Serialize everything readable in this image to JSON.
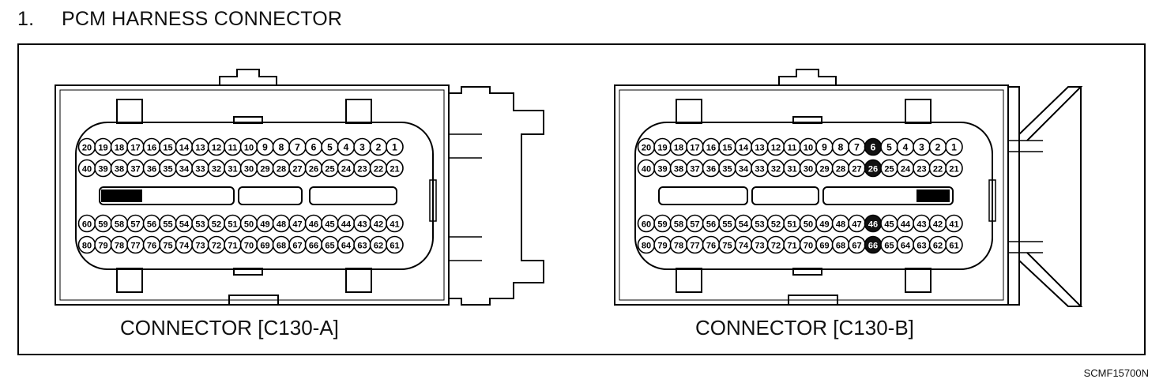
{
  "header": {
    "number": "1.",
    "title": "PCM HARNESS CONNECTOR"
  },
  "connectors": [
    {
      "caption": "CONNECTOR [C130-A]",
      "rows": [
        [
          "20",
          "19",
          "18",
          "17",
          "16",
          "15",
          "14",
          "13",
          "12",
          "11",
          "10",
          "9",
          "8",
          "7",
          "6",
          "5",
          "4",
          "3",
          "2",
          "1"
        ],
        [
          "40",
          "39",
          "38",
          "37",
          "36",
          "35",
          "34",
          "33",
          "32",
          "31",
          "30",
          "29",
          "28",
          "27",
          "26",
          "25",
          "24",
          "23",
          "22",
          "21"
        ],
        [
          "60",
          "59",
          "58",
          "57",
          "56",
          "55",
          "54",
          "53",
          "52",
          "51",
          "50",
          "49",
          "48",
          "47",
          "46",
          "45",
          "44",
          "43",
          "42",
          "41"
        ],
        [
          "80",
          "79",
          "78",
          "77",
          "76",
          "75",
          "74",
          "73",
          "72",
          "71",
          "70",
          "69",
          "68",
          "67",
          "66",
          "65",
          "64",
          "63",
          "62",
          "61"
        ]
      ],
      "filled_pins": []
    },
    {
      "caption": "CONNECTOR [C130-B]",
      "rows": [
        [
          "20",
          "19",
          "18",
          "17",
          "16",
          "15",
          "14",
          "13",
          "12",
          "11",
          "10",
          "9",
          "8",
          "7",
          "6",
          "5",
          "4",
          "3",
          "2",
          "1"
        ],
        [
          "40",
          "39",
          "38",
          "37",
          "36",
          "35",
          "34",
          "33",
          "32",
          "31",
          "30",
          "29",
          "28",
          "27",
          "26",
          "25",
          "24",
          "23",
          "22",
          "21"
        ],
        [
          "60",
          "59",
          "58",
          "57",
          "56",
          "55",
          "54",
          "53",
          "52",
          "51",
          "50",
          "49",
          "48",
          "47",
          "46",
          "45",
          "44",
          "43",
          "42",
          "41"
        ],
        [
          "80",
          "79",
          "78",
          "77",
          "76",
          "75",
          "74",
          "73",
          "72",
          "71",
          "70",
          "69",
          "68",
          "67",
          "66",
          "65",
          "64",
          "63",
          "62",
          "61"
        ]
      ],
      "filled_pins": [
        "6",
        "26",
        "46",
        "66"
      ]
    }
  ],
  "footer": {
    "code": "SCMF15700N"
  }
}
